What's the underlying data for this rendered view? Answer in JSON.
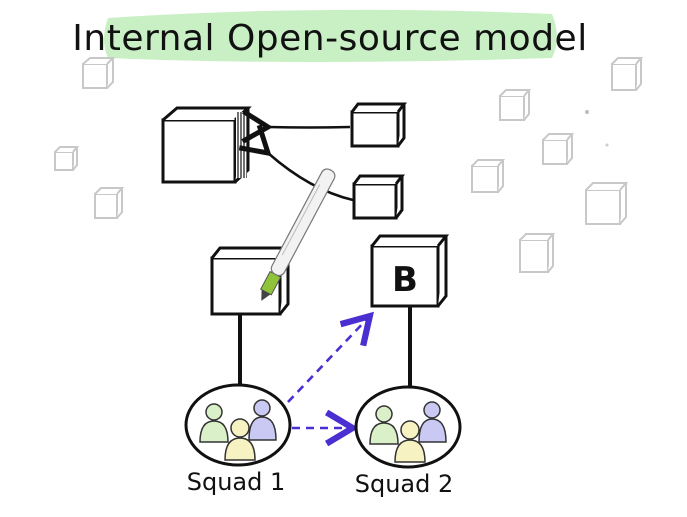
{
  "title": "Internal Open-source model",
  "box_b_label": "B",
  "squads": [
    {
      "label": "Squad 1"
    },
    {
      "label": "Squad 2"
    }
  ],
  "colors": {
    "title_highlight": "#c9efc4",
    "arrow_dashed": "#4b2fd0",
    "ink": "#111111",
    "faded_cube": "#c8c8c8",
    "person_green": "#d9f0c8",
    "person_yellow": "#f6f2c2",
    "person_purple": "#c9c9f4"
  },
  "icons": [
    "pen-icon",
    "cube-icon",
    "people-icon"
  ]
}
